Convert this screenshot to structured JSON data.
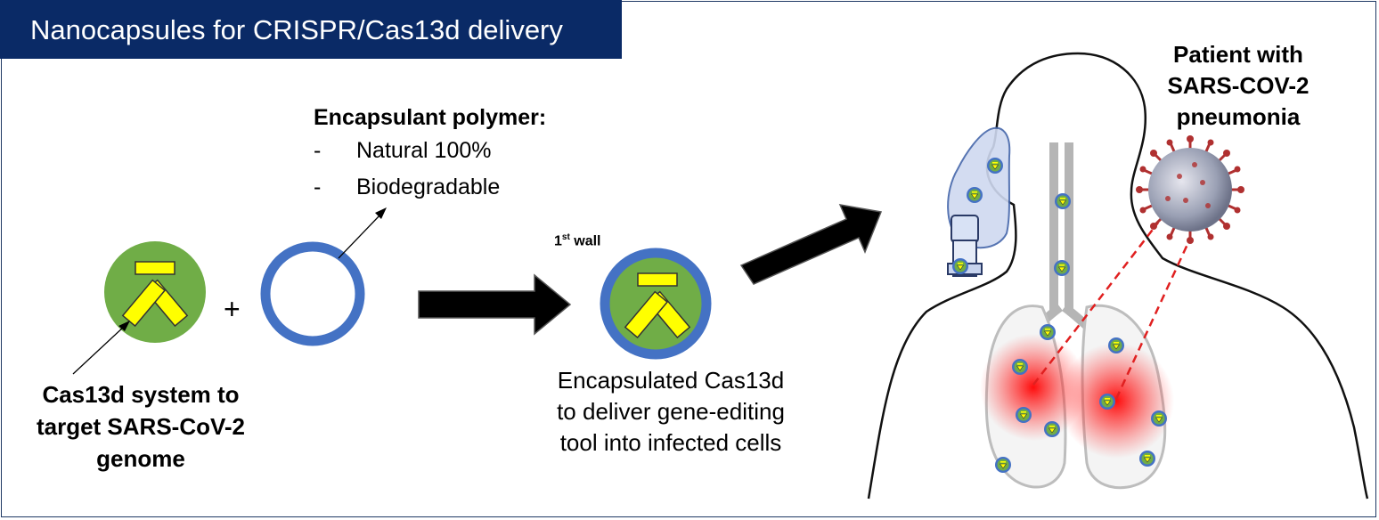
{
  "title": "Nanocapsules for CRISPR/Cas13d delivery",
  "polymer": {
    "heading": "Encapsulant polymer:",
    "items": [
      {
        "bullet": "-",
        "text": "Natural 100%"
      },
      {
        "bullet": "-",
        "text": "Biodegradable"
      }
    ]
  },
  "cas13d_label": [
    "Cas13d system to",
    "target SARS-CoV-2",
    "genome"
  ],
  "plus": "+",
  "wall_label": {
    "prefix": "1",
    "sup": "st",
    "suffix": " wall"
  },
  "encapsulated_label": [
    "Encapsulated Cas13d",
    "to deliver gene-editing",
    "tool into infected cells"
  ],
  "patient_label": [
    "Patient with",
    "SARS-COV-2",
    "pneumonia"
  ],
  "colors": {
    "title_bg": "#0a2a66",
    "capsule_ring": "#4472c4",
    "cas_green": "#70ad47",
    "cas_yellow": "#ffff00",
    "infection_red": "#ff0000",
    "dashed_line": "#e02020"
  },
  "icons": [
    "cas13d-icon",
    "capsule-ring-icon",
    "encapsulated-cas13d-icon",
    "arrow-right-icon",
    "oxygen-mask-icon",
    "coronavirus-icon",
    "human-silhouette-icon",
    "lungs-icon"
  ]
}
